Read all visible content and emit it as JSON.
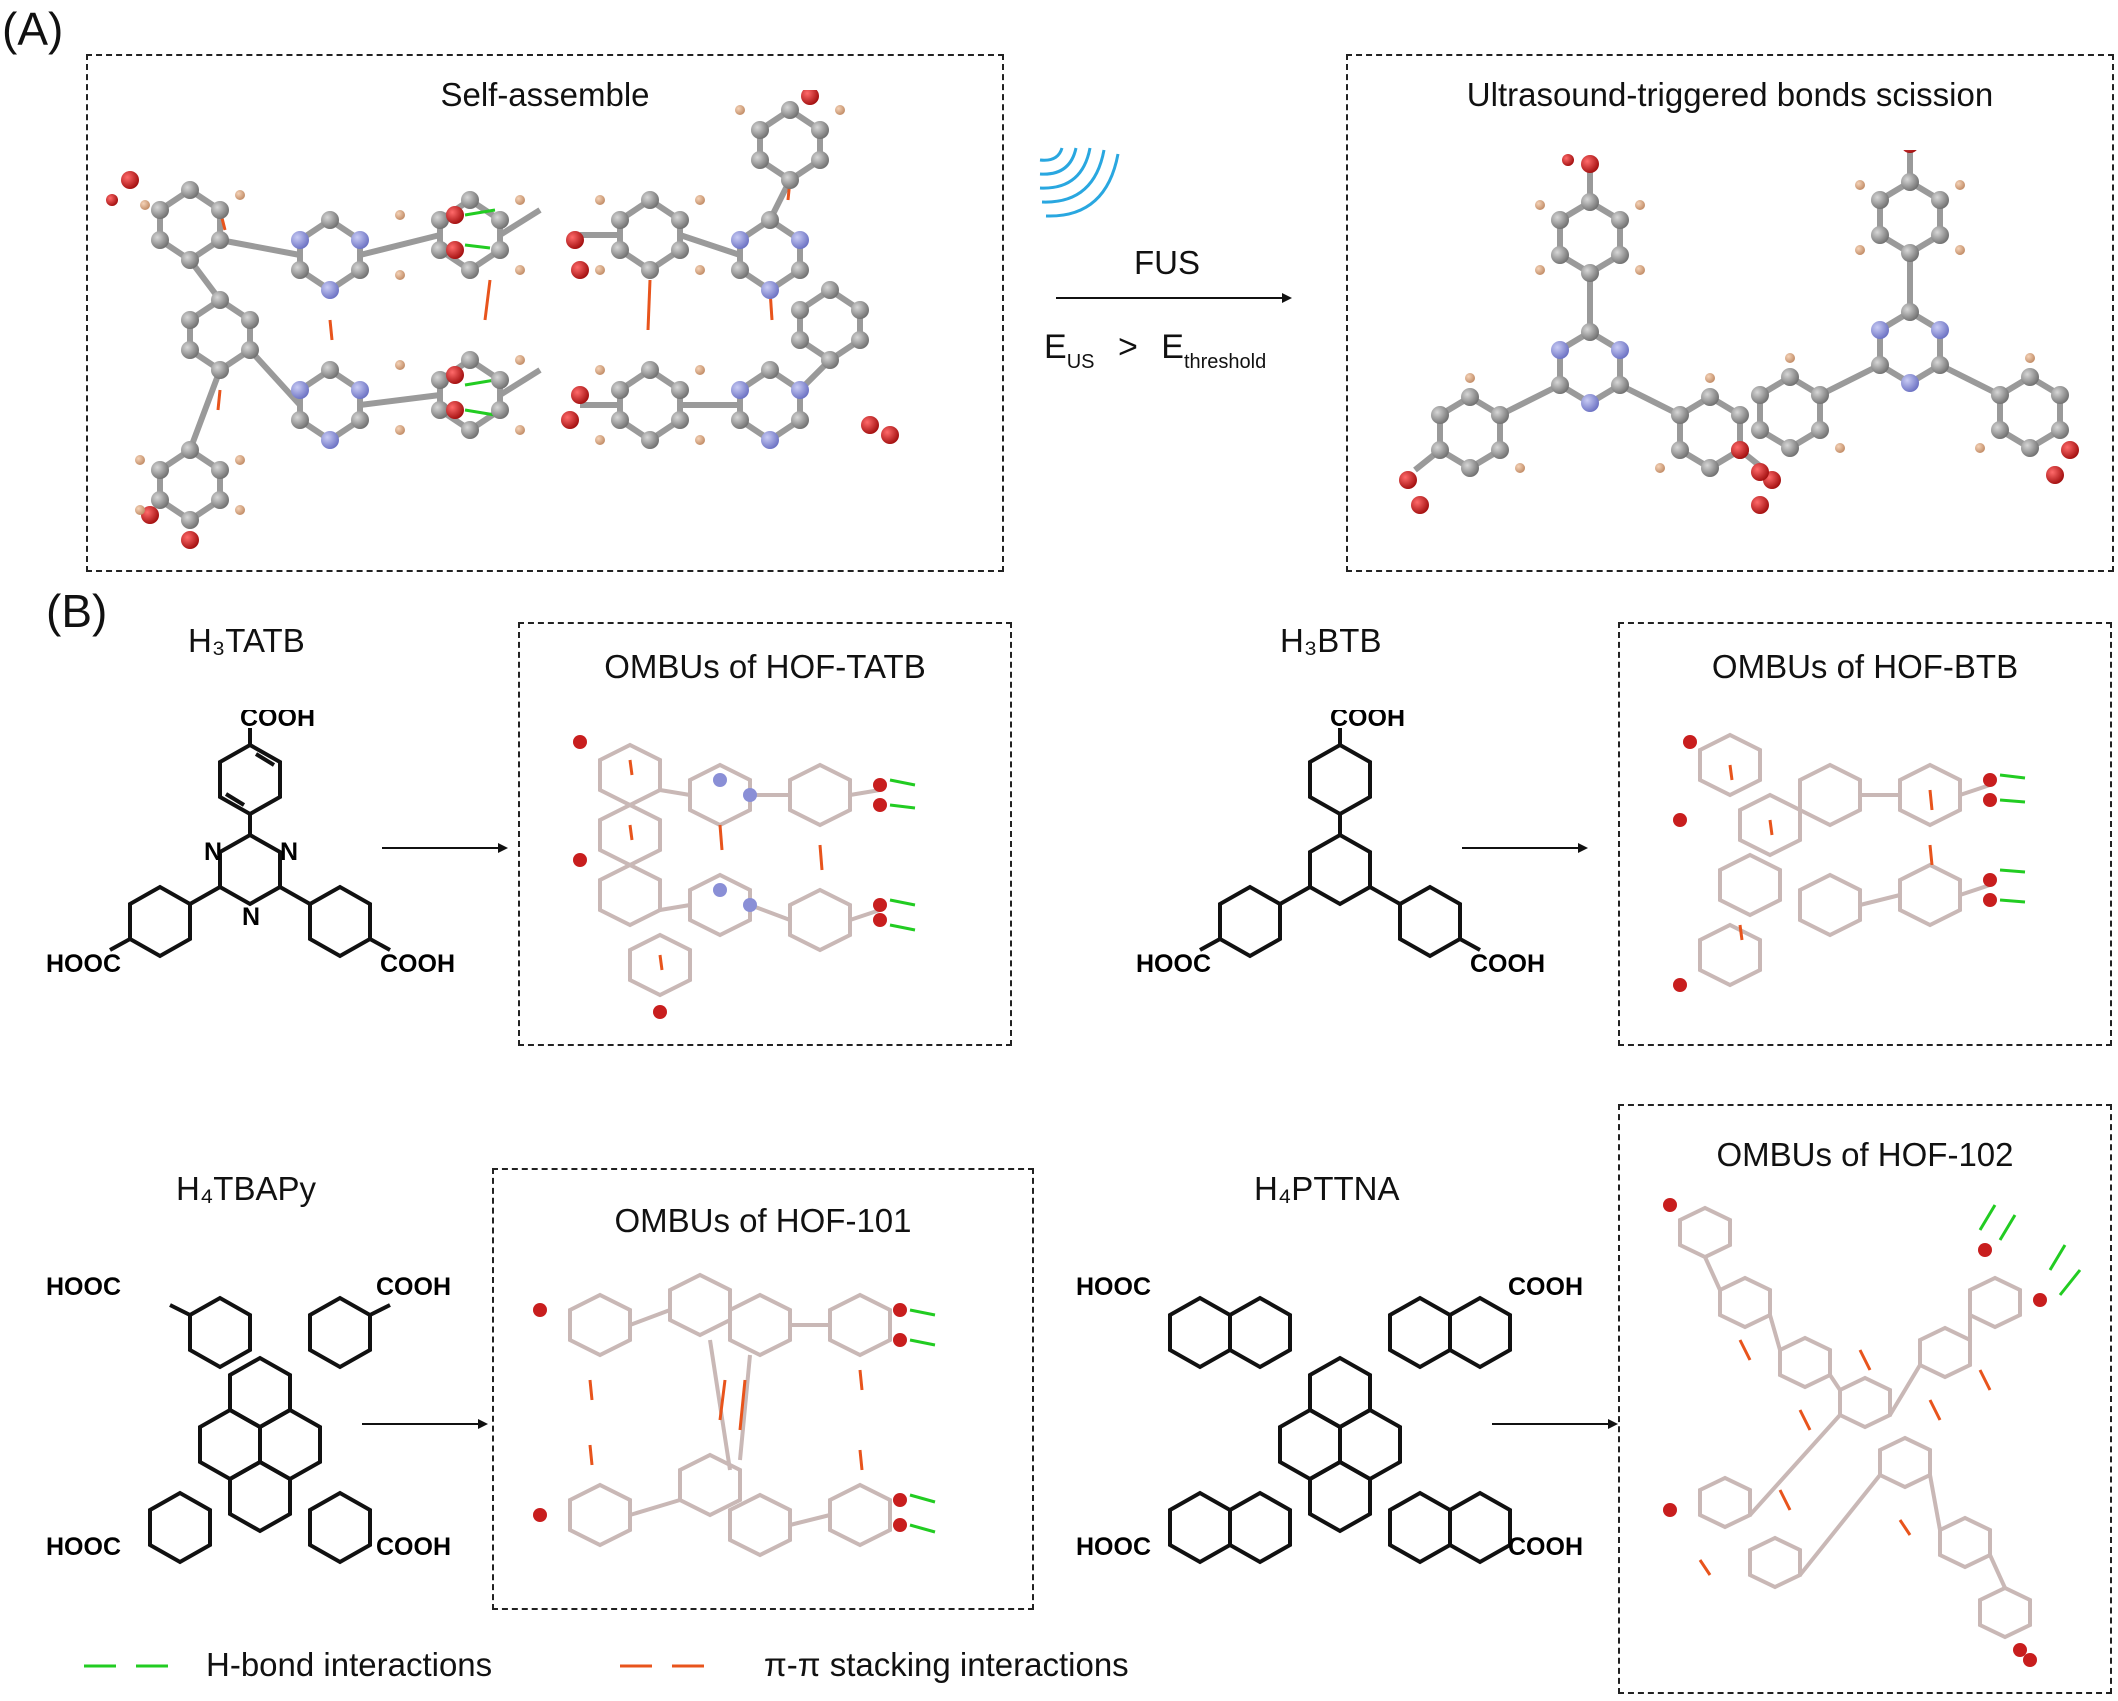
{
  "panels": {
    "a": {
      "label": "(A)",
      "left_box_title": "Self-assemble",
      "right_box_title": "Ultrasound-triggered bonds scission",
      "arrow_label": "FUS",
      "condition_e": "E",
      "condition_us": "US",
      "condition_gt": ">",
      "condition_e2": "E",
      "condition_threshold": "threshold"
    },
    "b": {
      "label": "(B)",
      "molecules": [
        {
          "name": "H₃TATB",
          "box_title": "OMBUs of HOF-TATB"
        },
        {
          "name": "H₃BTB",
          "box_title": "OMBUs of HOF-BTB"
        },
        {
          "name": "H₄TBAPy",
          "box_title": "OMBUs of HOF-101"
        },
        {
          "name": "H₄PTTNA",
          "box_title": "OMBUs of HOF-102"
        }
      ],
      "labels": {
        "cooh": "COOH",
        "hooc": "HOOC",
        "n": "N"
      }
    }
  },
  "legend": {
    "hbond": "H-bond interactions",
    "pipi": "π-π stacking interactions"
  },
  "colors": {
    "carbon": "#8c8c8c",
    "oxygen": "#c81e1e",
    "nitrogen": "#8a8fd6",
    "hydrogen": "#d9a27c",
    "hbond": "#22cc22",
    "pipi": "#e8541c",
    "wave": "#29a7e0",
    "stick_light": "#c9b8b6"
  }
}
